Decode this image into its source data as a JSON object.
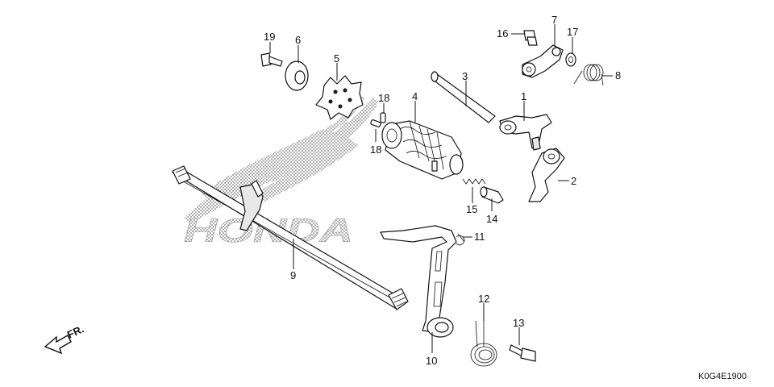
{
  "watermark": {
    "brand": "HONDA"
  },
  "direction_arrow": {
    "label": "FR."
  },
  "diagram_code": "K0G4E1900",
  "callouts": {
    "p1": "1",
    "p2": "2",
    "p3": "3",
    "p4": "4",
    "p5": "5",
    "p6": "6",
    "p7": "7",
    "p8": "8",
    "p9": "9",
    "p10": "10",
    "p11": "11",
    "p12": "12",
    "p13": "13",
    "p14": "14",
    "p15": "15",
    "p16": "16",
    "p17": "17",
    "p18a": "18",
    "p18b": "18",
    "p19": "19"
  }
}
